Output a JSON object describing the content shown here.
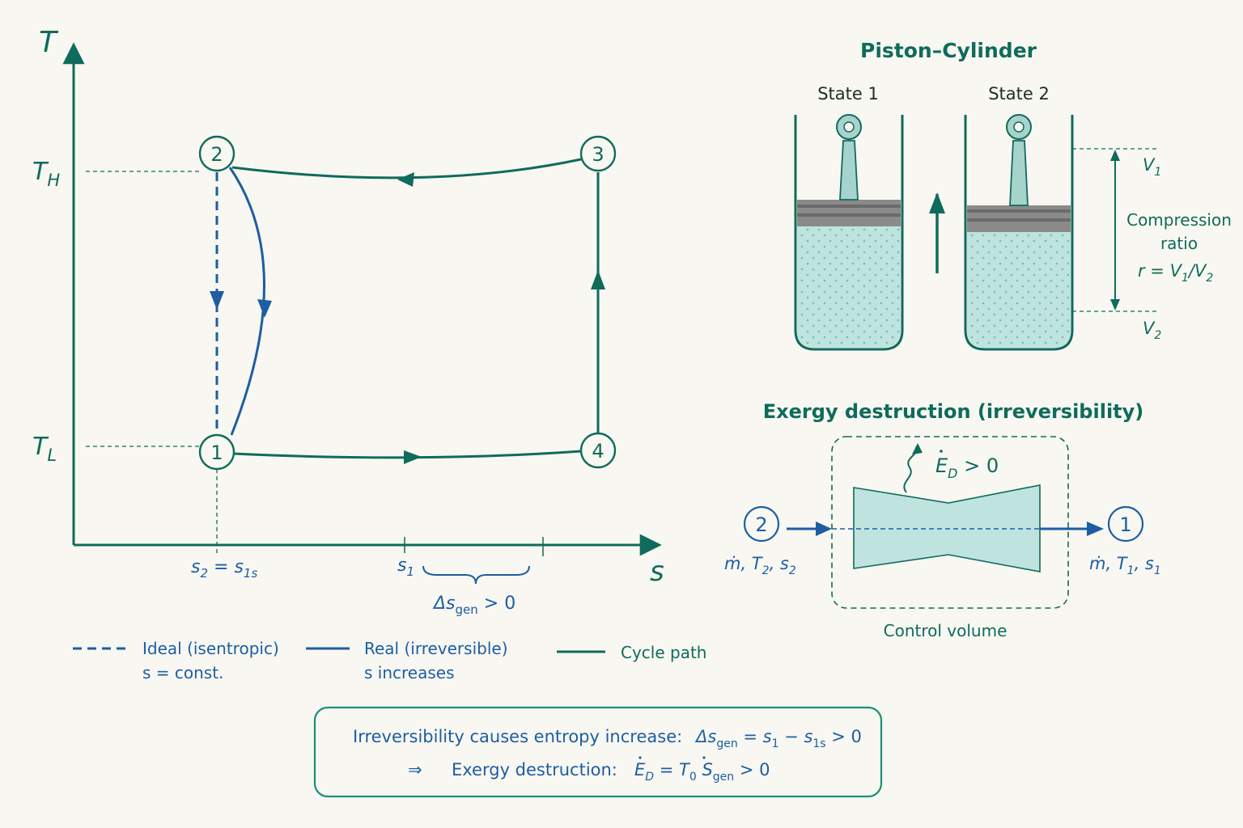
{
  "colors": {
    "teal": "#0f6b5c",
    "blue": "#1d5ea3",
    "fill": "#bfe3de",
    "fill_dots": "#6fc0b3",
    "ring": "#7b7b7b",
    "background": "#f8f7f1"
  },
  "ts_diagram": {
    "axis_t": "T",
    "axis_s": "s",
    "t_high": {
      "main": "T",
      "sub": "H"
    },
    "t_low": {
      "main": "T",
      "sub": "L"
    },
    "states": [
      "1",
      "2",
      "3",
      "4"
    ],
    "tick_s2": {
      "a": "s",
      "a_sub": "2",
      "eq": " = ",
      "b": "s",
      "b_sub": "1s"
    },
    "tick_s1": {
      "main": "s",
      "sub": "1"
    },
    "delta_sgen": {
      "delta": "Δs",
      "sub": "gen",
      "rest": " > 0"
    }
  },
  "legend": {
    "ideal_line1": "Ideal (isentropic)",
    "ideal_line2": "s = const.",
    "real_line1": "Real (irreversible)",
    "real_line2": "s increases",
    "cycle": "Cycle path"
  },
  "piston": {
    "title": "Piston–Cylinder",
    "state1": "State 1",
    "state2": "State 2",
    "v1": {
      "main": "V",
      "sub": "1"
    },
    "v2": {
      "main": "V",
      "sub": "2"
    },
    "ratio_line1": "Compression",
    "ratio_line2": "ratio",
    "ratio_formula": {
      "a": "r = V",
      "a_sub": "1",
      "b": "/V",
      "b_sub": "2"
    }
  },
  "exergy": {
    "title": "Exergy destruction (irreversibility)",
    "inlet_state": "2",
    "outlet_state": "1",
    "inlet_label": {
      "a": "ṁ, T",
      "a_sub": "2",
      "b": ", s",
      "b_sub": "2"
    },
    "outlet_label": {
      "a": "ṁ, T",
      "a_sub": "1",
      "b": ", s",
      "b_sub": "1"
    },
    "ed_label": {
      "main": "E",
      "sub": "D",
      "rest": " > 0"
    },
    "control_volume": "Control volume"
  },
  "summary": {
    "line1_text": "Irreversibility causes entropy increase:",
    "line1_eq": {
      "delta": "Δs",
      "sub1": "gen",
      "mid": " = s",
      "sub2": "1",
      "mid2": " − s",
      "sub3": "1s",
      "rest": " > 0"
    },
    "line2_arrow": "⇒",
    "line2_text": "Exergy destruction:",
    "line2_eq": {
      "e": "E",
      "e_sub": "D",
      "mid": " = T",
      "t_sub": "0",
      "s": " S",
      "s_sub": "gen",
      "rest": " > 0"
    }
  }
}
